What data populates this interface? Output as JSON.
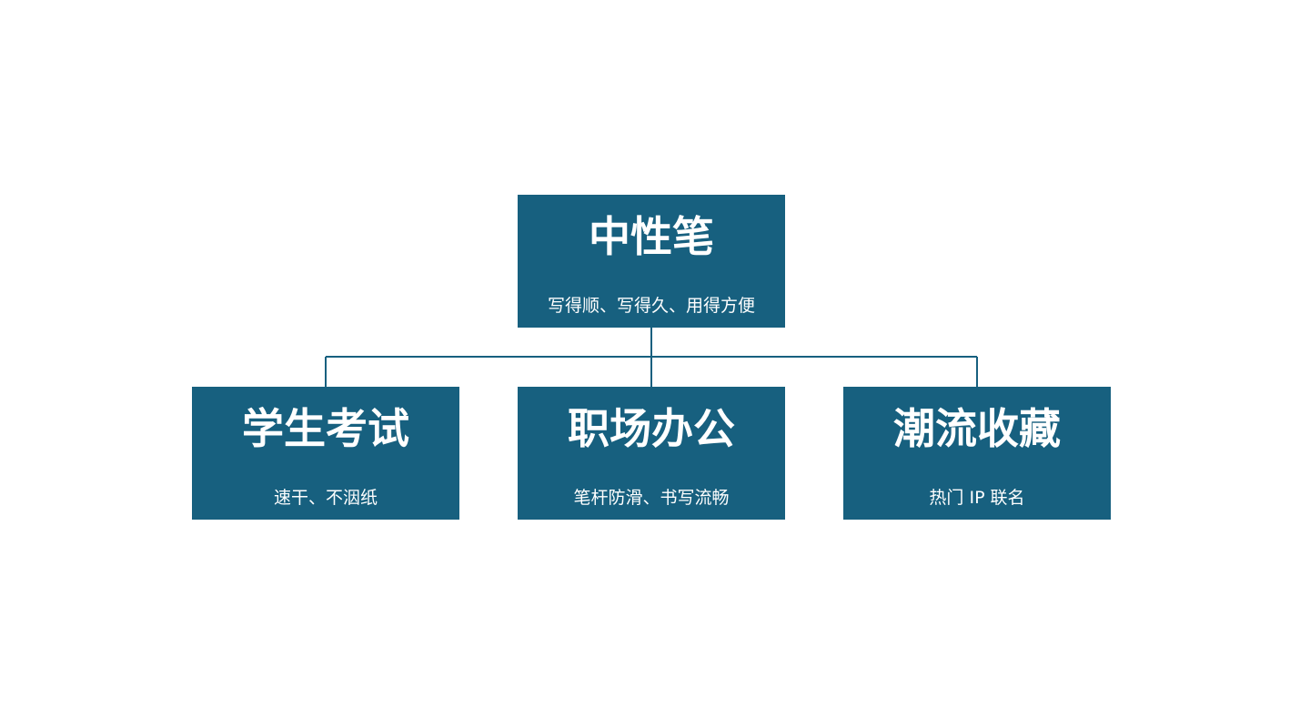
{
  "root": {
    "title": "中性笔",
    "subtitle": "写得顺、写得久、用得方便"
  },
  "children": [
    {
      "title": "学生考试",
      "subtitle": "速干、不洇纸"
    },
    {
      "title": "职场办公",
      "subtitle": "笔杆防滑、书写流畅"
    },
    {
      "title": "潮流收藏",
      "subtitle": "热门 IP 联名"
    }
  ],
  "colors": {
    "box_fill": "#17607f",
    "connector": "#17607f",
    "text": "#ffffff"
  }
}
